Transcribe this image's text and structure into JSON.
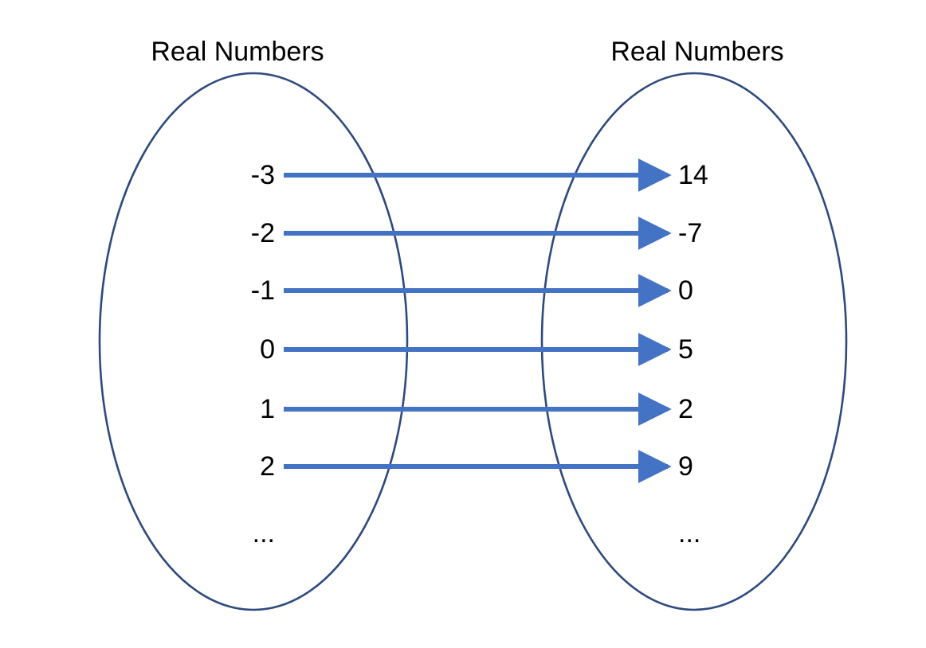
{
  "diagram": {
    "type": "function-mapping-diagram",
    "domain": {
      "label": "Real Numbers",
      "elements": [
        "-3",
        "-2",
        "-1",
        "0",
        "1",
        "2"
      ],
      "continuation": "..."
    },
    "codomain": {
      "label": "Real Numbers",
      "elements": [
        "14",
        "-7",
        "0",
        "5",
        "2",
        "9"
      ],
      "continuation": "..."
    },
    "mappings": [
      {
        "from": "-3",
        "to": "14"
      },
      {
        "from": "-2",
        "to": "-7"
      },
      {
        "from": "-1",
        "to": "0"
      },
      {
        "from": "0",
        "to": "5"
      },
      {
        "from": "1",
        "to": "2"
      },
      {
        "from": "2",
        "to": "9"
      }
    ],
    "colors": {
      "ellipse_stroke": "#2E4A7D",
      "arrow": "#4472C4",
      "text": "#000000",
      "background": "#FFFFFF"
    }
  }
}
